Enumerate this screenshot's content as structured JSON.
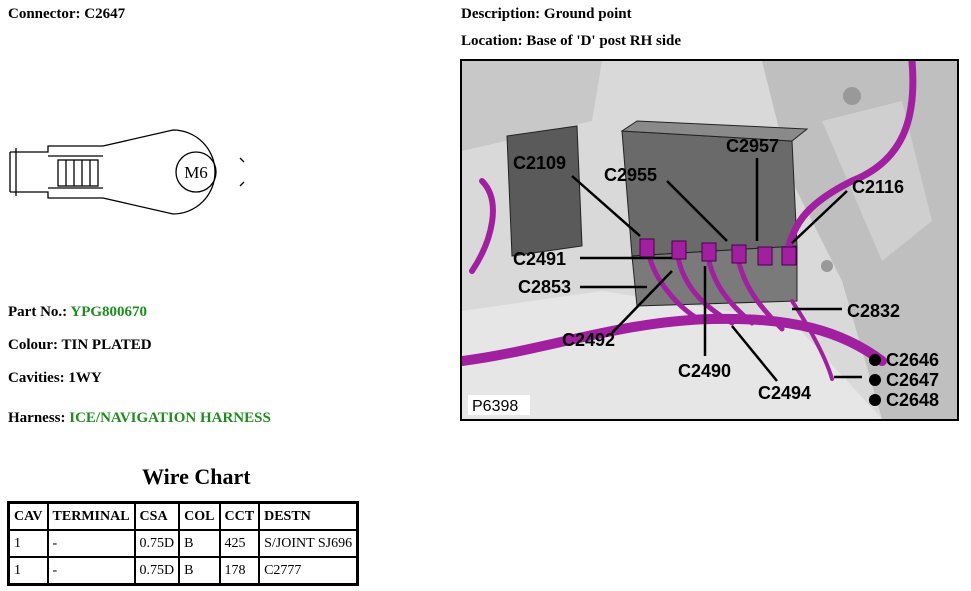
{
  "connector": {
    "label": "Connector:",
    "value": "C2647"
  },
  "description": {
    "label": "Description:",
    "value": "Ground point"
  },
  "location": {
    "label": "Location:",
    "value": "Base of 'D' post RH side"
  },
  "part_no": {
    "label": "Part No.:",
    "value": "YPG800670"
  },
  "colour": {
    "label": "Colour:",
    "value": "TIN PLATED"
  },
  "cavities": {
    "label": "Cavities:",
    "value": "1WY"
  },
  "harness": {
    "label": "Harness:",
    "value": "ICE/NAVIGATION HARNESS"
  },
  "terminal_drawing": {
    "stud_label": "M6"
  },
  "photo": {
    "ref": "P6398",
    "callouts": [
      "C2109",
      "C2955",
      "C2957",
      "C2116",
      "C2491",
      "C2853",
      "C2832",
      "C2492",
      "C2490",
      "C2494",
      "C2646",
      "C2647",
      "C2648"
    ]
  },
  "wire_chart": {
    "title": "Wire Chart",
    "headers": [
      "CAV",
      "TERMINAL",
      "CSA",
      "COL",
      "CCT",
      "DESTN"
    ],
    "rows": [
      [
        "1",
        "-",
        "0.75D",
        "B",
        "425",
        "S/JOINT SJ696"
      ],
      [
        "1",
        "-",
        "0.75D",
        "B",
        "178",
        "C2777"
      ]
    ]
  },
  "colors": {
    "accent_green": "#1e8c1e",
    "harness_purple": "#a020a0"
  }
}
